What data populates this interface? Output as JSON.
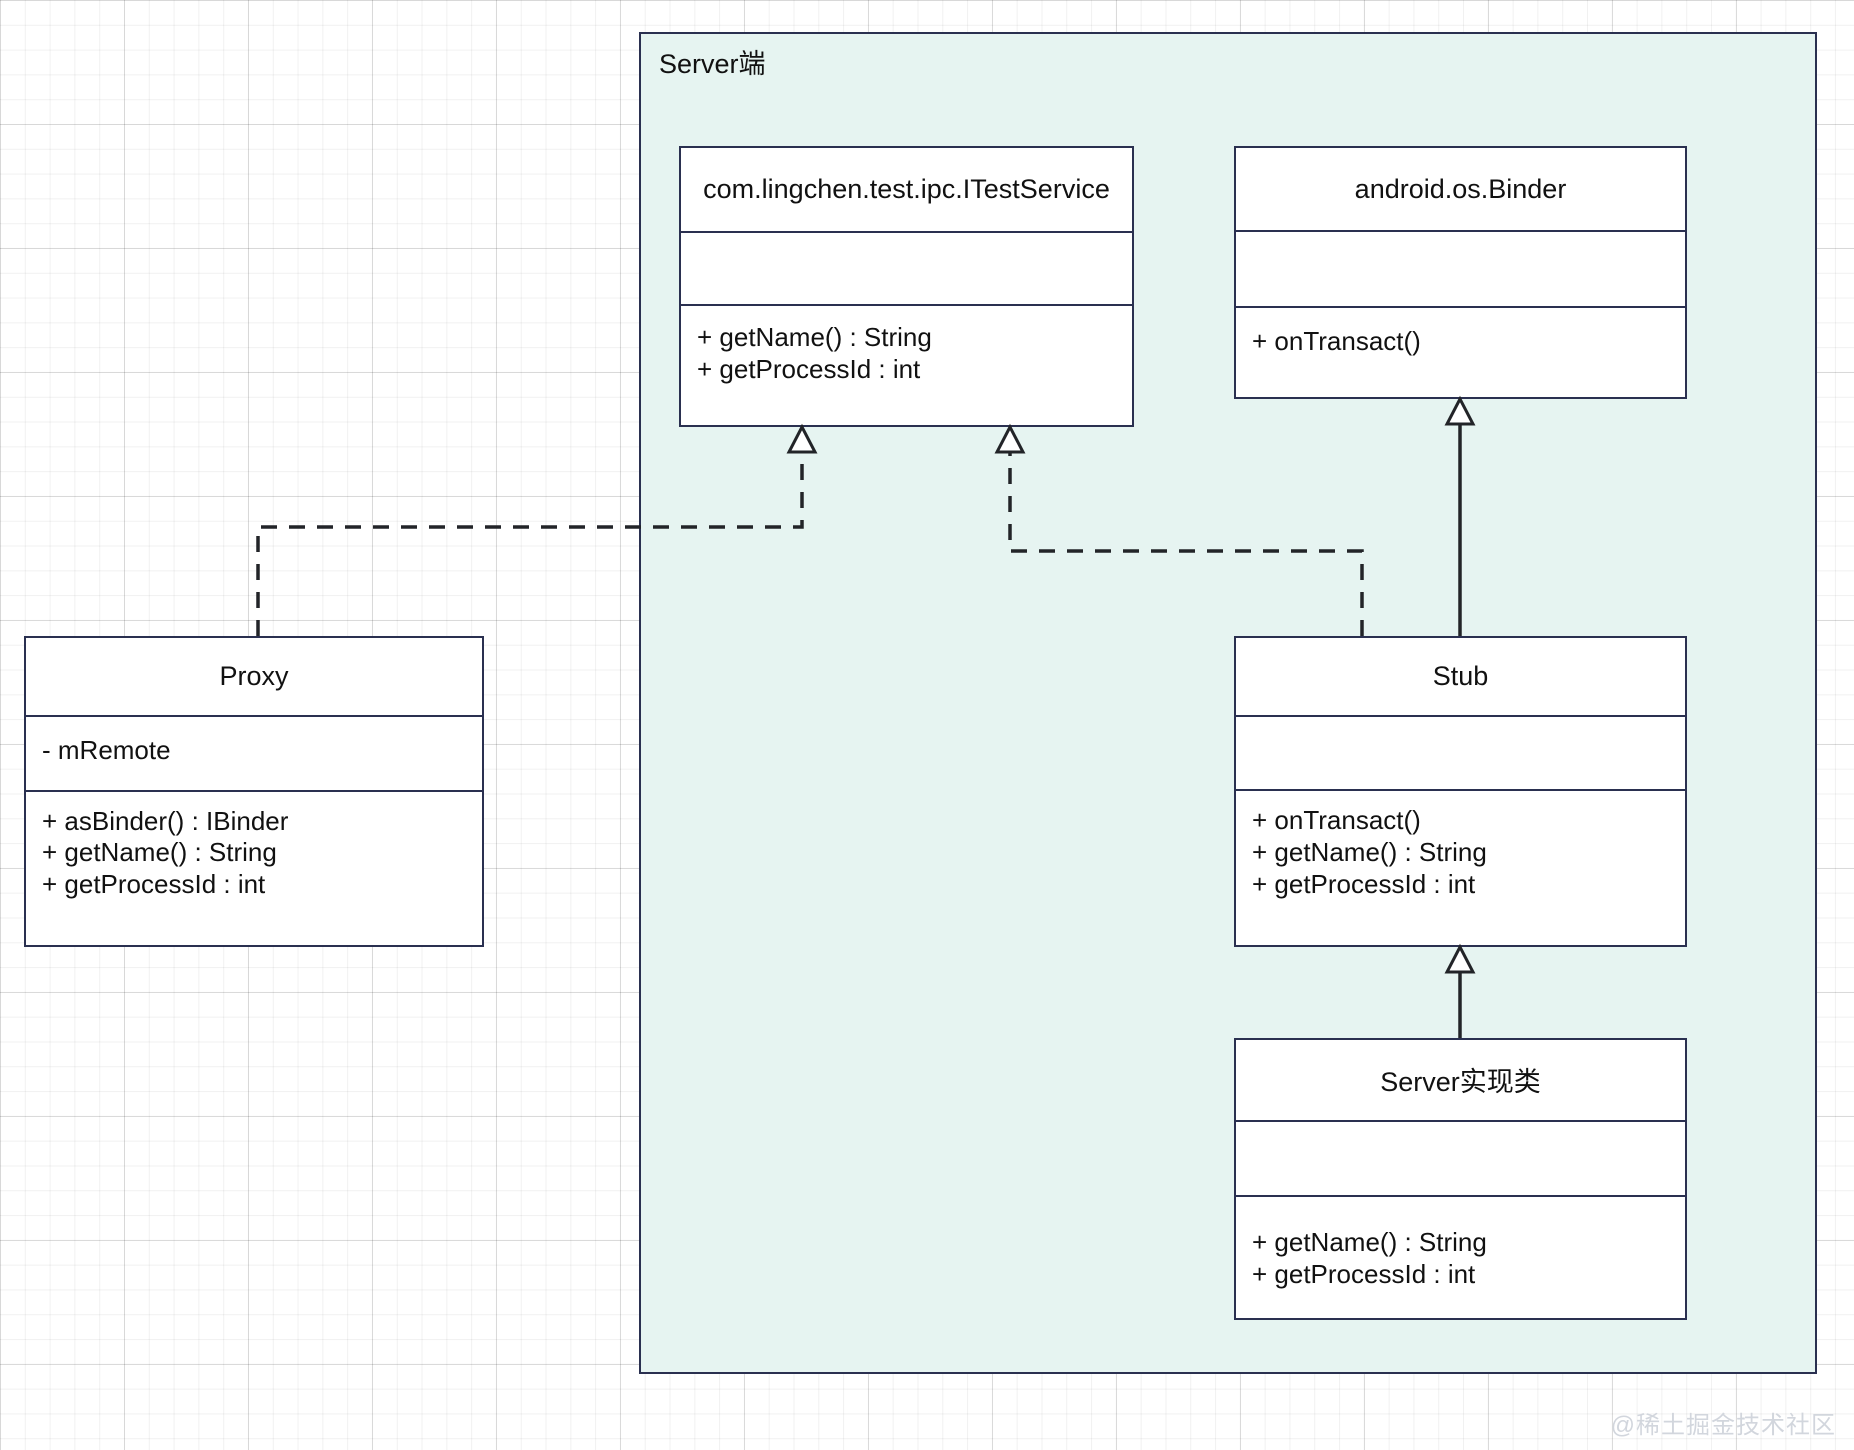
{
  "diagram": {
    "title": "Android AIDL Binder UML class diagram",
    "watermark": "@稀土掘金技术社区"
  },
  "container": {
    "label": "Server端",
    "fill_color": "#e6f4f1",
    "border_color": "#2a3050"
  },
  "classes": {
    "itestservice": {
      "name": "com.lingchen.test.ipc.ITestService",
      "attributes": [],
      "operations": [
        "+ getName() : String",
        "+ getProcessId : int"
      ]
    },
    "binder": {
      "name": "android.os.Binder",
      "attributes": [],
      "operations": [
        "+ onTransact()"
      ]
    },
    "proxy": {
      "name": "Proxy",
      "attributes": [
        "- mRemote"
      ],
      "operations": [
        "+ asBinder() : IBinder",
        "+ getName() : String",
        "+ getProcessId : int"
      ]
    },
    "stub": {
      "name": "Stub",
      "attributes": [],
      "operations": [
        "+ onTransact()",
        "+ getName() : String",
        "+ getProcessId : int"
      ]
    },
    "serverimpl": {
      "name": "Server实现类",
      "attributes": [],
      "operations": [
        "+ getName() : String",
        "+ getProcessId : int"
      ]
    }
  },
  "relations": [
    {
      "name": "proxy-realizes-itestservice",
      "from": "proxy",
      "to": "itestservice",
      "type": "realization",
      "line": "dashed",
      "arrow": "hollow-triangle"
    },
    {
      "name": "stub-realizes-itestservice",
      "from": "stub",
      "to": "itestservice",
      "type": "realization",
      "line": "dashed",
      "arrow": "hollow-triangle"
    },
    {
      "name": "stub-extends-binder",
      "from": "stub",
      "to": "binder",
      "type": "generalization",
      "line": "solid",
      "arrow": "hollow-triangle"
    },
    {
      "name": "serverimpl-extends-stub",
      "from": "serverimpl",
      "to": "stub",
      "type": "generalization",
      "line": "solid",
      "arrow": "hollow-triangle"
    }
  ]
}
